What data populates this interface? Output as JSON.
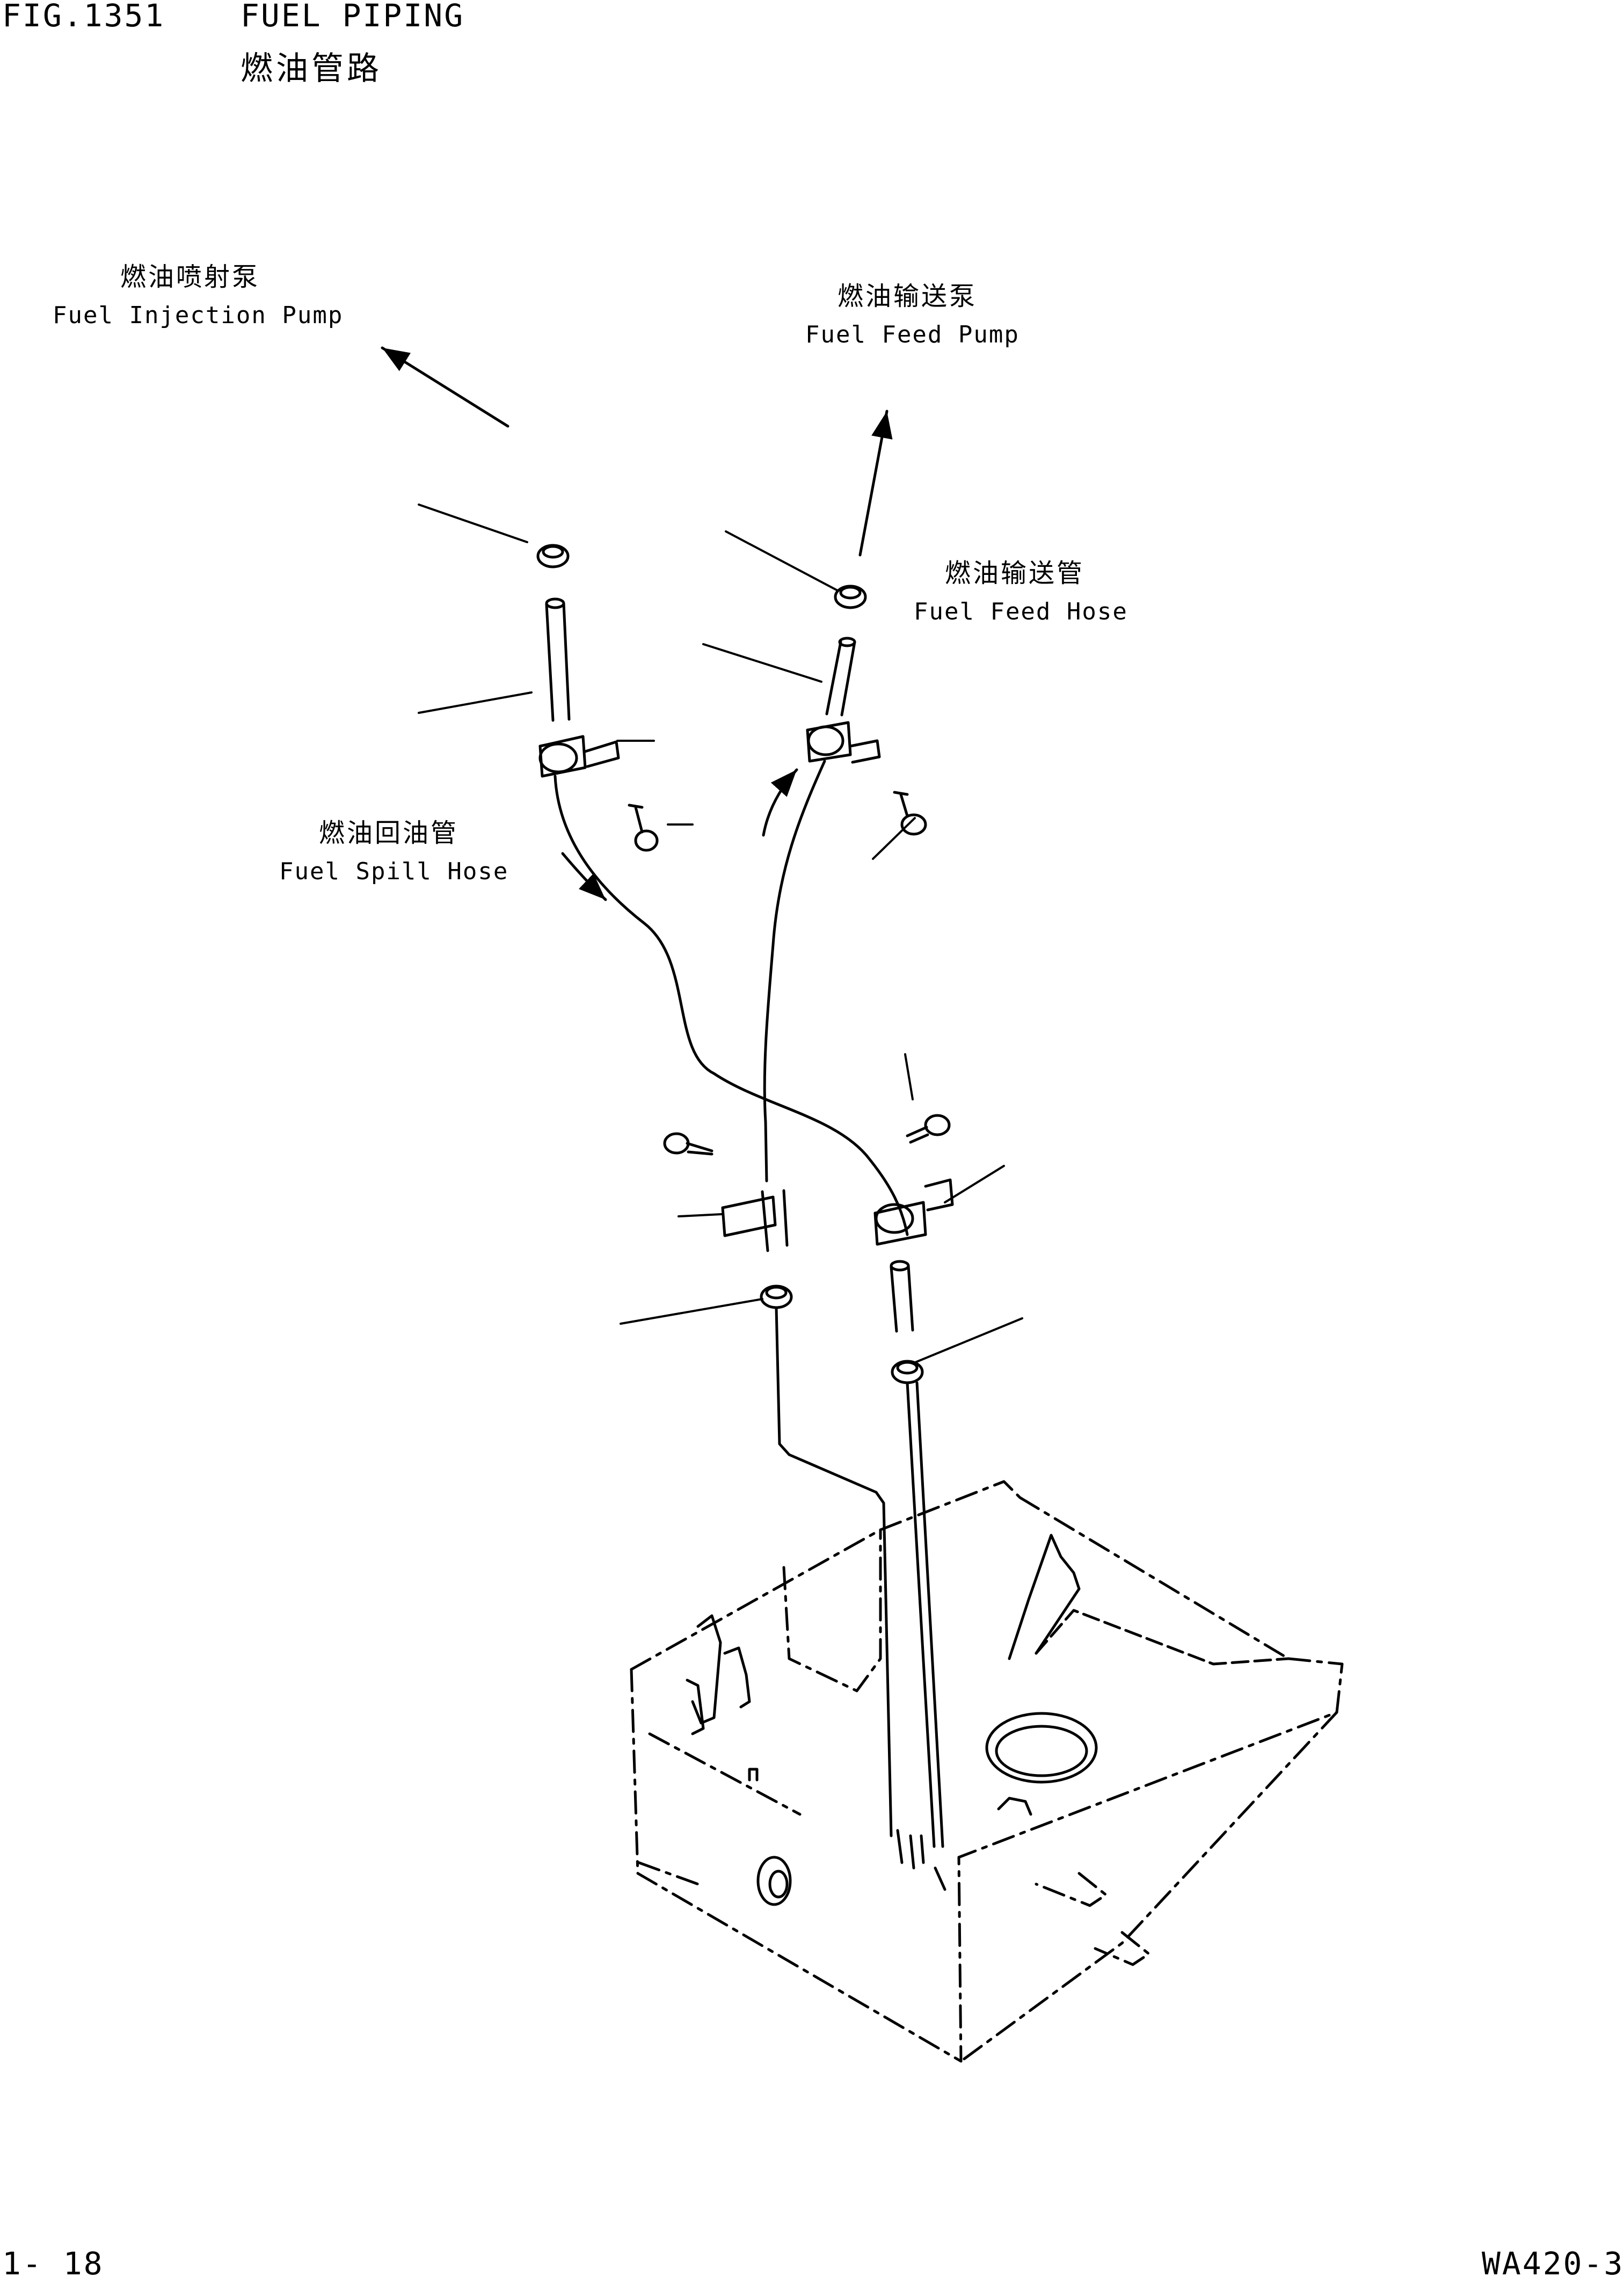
{
  "header": {
    "fig_no": "FIG.1351",
    "title_en": "FUEL PIPING",
    "title_cn": "燃油管路"
  },
  "labels": {
    "injection_pump": {
      "cn": "燃油喷射泵",
      "en": "Fuel Injection Pump"
    },
    "feed_pump": {
      "cn": "燃油输送泵",
      "en": "Fuel Feed Pump"
    },
    "feed_hose": {
      "cn": "燃油输送管",
      "en": "Fuel Feed Hose"
    },
    "spill_hose": {
      "cn": "燃油回油管",
      "en": "Fuel Spill Hose"
    }
  },
  "footer": {
    "page": "1- 18",
    "model": "WA420-3"
  }
}
